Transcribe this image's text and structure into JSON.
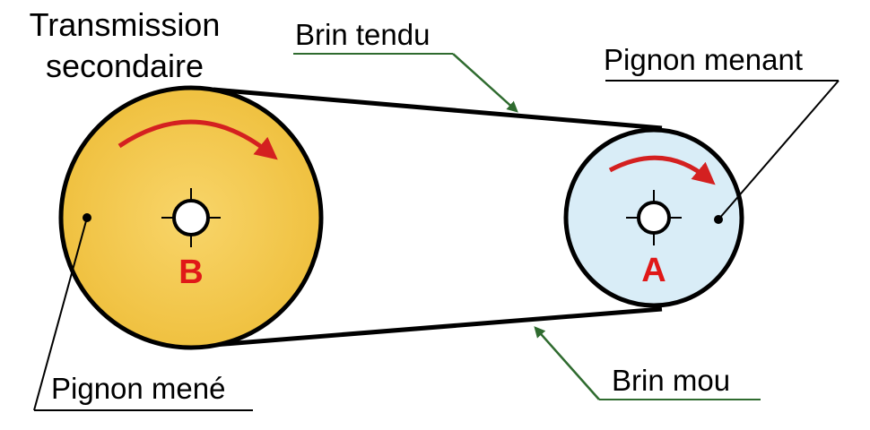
{
  "labels": {
    "transmission_line1": "Transmission",
    "transmission_line2": "secondaire",
    "brin_tendu": "Brin tendu",
    "pignon_menant": "Pignon menant",
    "pignon_mene": "Pignon mené",
    "brin_mou": "Brin mou"
  },
  "pulleys": {
    "driven": {
      "letter": "B"
    },
    "driver": {
      "letter": "A"
    }
  },
  "colors": {
    "driven_fill": "#f5c84a",
    "driver_fill": "#d9edf7",
    "arrow_red": "#d42020",
    "leader_green": "#2f6b2f",
    "outline": "#000000"
  }
}
